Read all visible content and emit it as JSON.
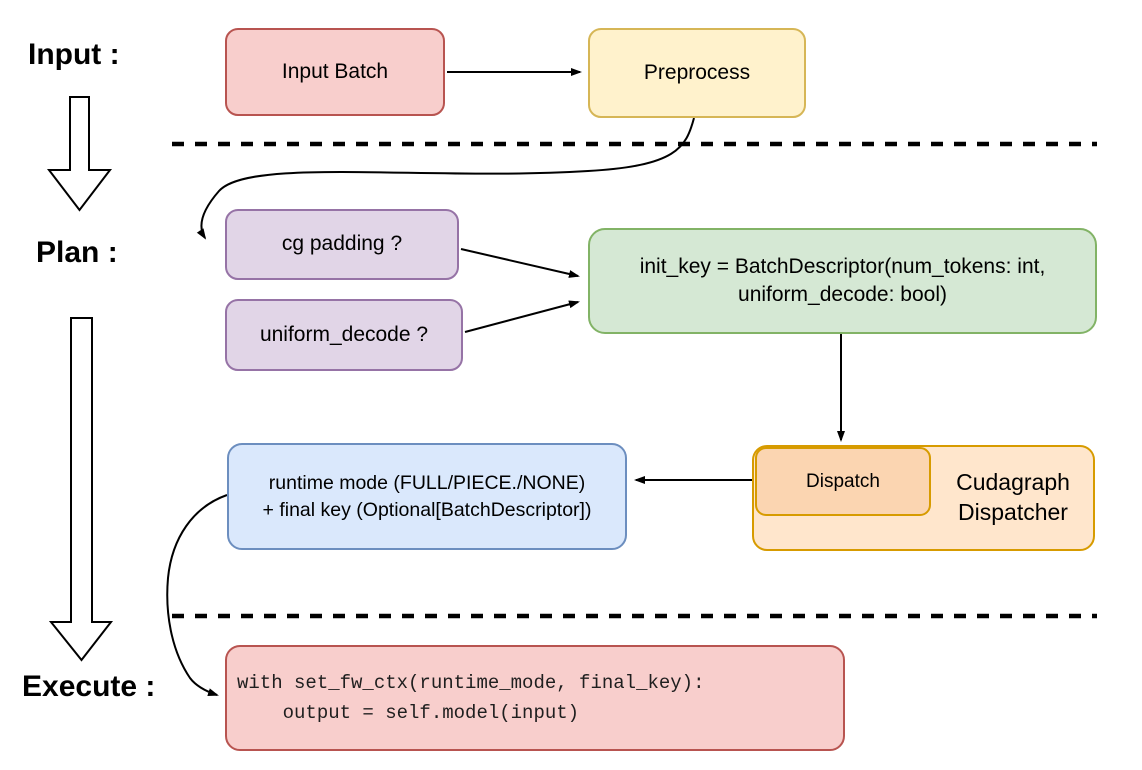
{
  "sections": {
    "input_label": "Input :",
    "plan_label": "Plan :",
    "execute_label": "Execute :"
  },
  "nodes": {
    "input_batch": {
      "label": "Input Batch",
      "fill": "#f8cecc",
      "stroke": "#b85450"
    },
    "preprocess": {
      "label": "Preprocess",
      "fill": "#fff2cc",
      "stroke": "#d6b656"
    },
    "cg_padding": {
      "label": "cg padding ?",
      "fill": "#e1d5e7",
      "stroke": "#9673a6"
    },
    "uniform_decode": {
      "label": "uniform_decode ?",
      "fill": "#e1d5e7",
      "stroke": "#9673a6"
    },
    "init_key": {
      "line1": "init_key = BatchDescriptor(num_tokens: int,",
      "line2": "uniform_decode: bool)",
      "fill": "#d5e8d4",
      "stroke": "#82b366"
    },
    "runtime_mode": {
      "line1": "runtime mode (FULL/PIECE./NONE)",
      "line2": "+ final key (Optional[BatchDescriptor])",
      "fill": "#dae8fc",
      "stroke": "#6c8ebf"
    },
    "dispatch": {
      "label": "Dispatch",
      "fill": "#fbd5b1",
      "stroke": "#d79b00"
    },
    "cudagraph_dispatcher": {
      "line1": "Cudagraph",
      "line2": "Dispatcher",
      "fill": "#ffe6cc",
      "stroke": "#d79b00"
    },
    "execute_code": {
      "line1": "with set_fw_ctx(runtime_mode, final_key):",
      "line2": "    output = self.model(input)",
      "fill": "#f8cecc",
      "stroke": "#b85450"
    }
  },
  "graphics": {
    "connector_color": "#000000",
    "dashed_divider_color": "#000000",
    "block_arrow_fill": "#ffffff",
    "block_arrow_stroke": "#000000"
  }
}
